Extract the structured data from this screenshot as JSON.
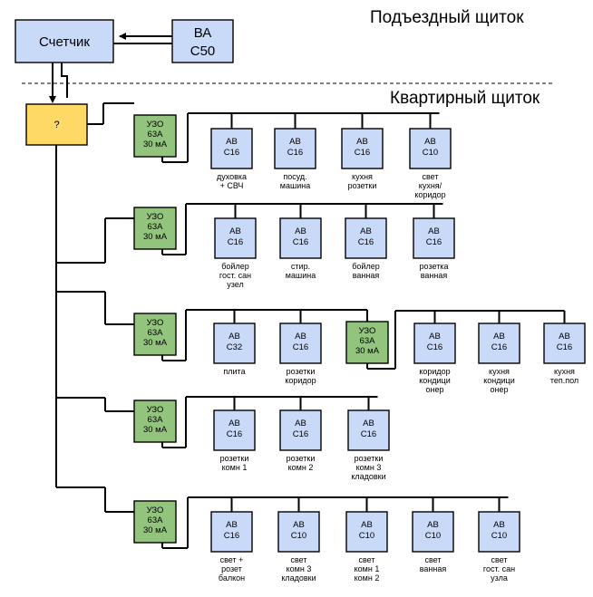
{
  "headers": {
    "entrance_panel": "Подъездный щиток",
    "apartment_panel": "Квартирный щиток"
  },
  "meter": {
    "label": "Счетчик"
  },
  "main_breaker": {
    "lines": [
      "ВА",
      "С50"
    ]
  },
  "unknown_device": {
    "label": "?"
  },
  "rcd": {
    "lines": [
      "УЗО",
      "63А",
      "30 мА"
    ]
  },
  "groups": [
    {
      "breakers": [
        {
          "lines": [
            "АВ",
            "С16"
          ],
          "caption": [
            "духовка",
            "+ СВЧ"
          ]
        },
        {
          "lines": [
            "АВ",
            "С16"
          ],
          "caption": [
            "посуд.",
            "машина"
          ]
        },
        {
          "lines": [
            "АВ",
            "С16"
          ],
          "caption": [
            "кухня",
            "розетки"
          ]
        },
        {
          "lines": [
            "АВ",
            "С10"
          ],
          "caption": [
            "свет",
            "кухня/",
            "коридор"
          ]
        }
      ]
    },
    {
      "breakers": [
        {
          "lines": [
            "АВ",
            "С16"
          ],
          "caption": [
            "бойлер",
            "гост. сан",
            "узел"
          ]
        },
        {
          "lines": [
            "АВ",
            "С16"
          ],
          "caption": [
            "стир.",
            "машина"
          ]
        },
        {
          "lines": [
            "АВ",
            "С16"
          ],
          "caption": [
            "бойлер",
            "ванная"
          ]
        },
        {
          "lines": [
            "АВ",
            "С16"
          ],
          "caption": [
            "розетка",
            "ванная"
          ]
        }
      ]
    },
    {
      "breakers": [
        {
          "lines": [
            "АВ",
            "С32"
          ],
          "caption": [
            "плита"
          ]
        },
        {
          "lines": [
            "АВ",
            "С16"
          ],
          "caption": [
            "розетки",
            "коридор"
          ]
        }
      ],
      "sub_breakers": [
        {
          "lines": [
            "АВ",
            "С16"
          ],
          "caption": [
            "коридор",
            "кондици",
            "онер"
          ]
        },
        {
          "lines": [
            "АВ",
            "С16"
          ],
          "caption": [
            "кухня",
            "кондици",
            "онер"
          ]
        },
        {
          "lines": [
            "АВ",
            "С16"
          ],
          "caption": [
            "кухня",
            "теп.пол"
          ]
        }
      ]
    },
    {
      "breakers": [
        {
          "lines": [
            "АВ",
            "С16"
          ],
          "caption": [
            "розетки",
            "комн 1"
          ]
        },
        {
          "lines": [
            "АВ",
            "С16"
          ],
          "caption": [
            "розетки",
            "комн 2"
          ]
        },
        {
          "lines": [
            "АВ",
            "С16"
          ],
          "caption": [
            "розетки",
            "комн 3",
            "кладовки"
          ]
        }
      ]
    },
    {
      "breakers": [
        {
          "lines": [
            "АВ",
            "С16"
          ],
          "caption": [
            "свет +",
            "розет",
            "балкон"
          ]
        },
        {
          "lines": [
            "АВ",
            "С10"
          ],
          "caption": [
            "свет",
            "комн 3",
            "кладовки"
          ]
        },
        {
          "lines": [
            "АВ",
            "С10"
          ],
          "caption": [
            "свет",
            "комн 1",
            "комн 2"
          ]
        },
        {
          "lines": [
            "АВ",
            "С10"
          ],
          "caption": [
            "свет",
            "ванная"
          ]
        },
        {
          "lines": [
            "АВ",
            "С10"
          ],
          "caption": [
            "свет",
            "гост. сан",
            "узла"
          ]
        }
      ]
    }
  ]
}
